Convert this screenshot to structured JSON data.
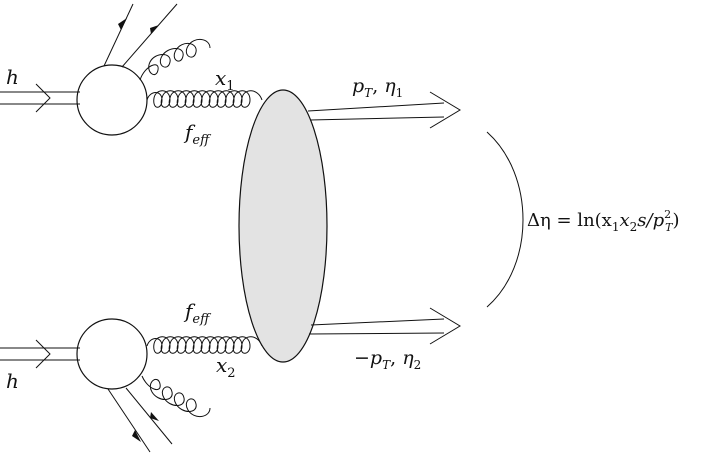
{
  "labels": {
    "h_top": "h",
    "h_bottom": "h",
    "x1": "x",
    "x1_sub": "1",
    "x2": "x",
    "x2_sub": "2",
    "feff_top": "f",
    "feff_top_sub": "eff",
    "feff_bottom": "f",
    "feff_bottom_sub": "eff",
    "jet1_pt": "p",
    "jet1_pt_sub": "T",
    "jet1_sep": ",  ",
    "jet1_eta": "η",
    "jet1_eta_sub": "1",
    "jet2_minus": "−",
    "jet2_pt": "p",
    "jet2_pt_sub": "T",
    "jet2_sep": ",  ",
    "jet2_eta": "η",
    "jet2_eta_sub": "2",
    "delta_eta": "Δη = ln(x",
    "delta_x1_sub": "1",
    "delta_x2": "x",
    "delta_x2_sub": "2",
    "delta_s": "s/p",
    "delta_pt_sup": "2",
    "delta_pt_sub": "T",
    "delta_close": ")"
  },
  "colors": {
    "blob_fill": "#e3e3e3",
    "stroke": "#111111"
  }
}
